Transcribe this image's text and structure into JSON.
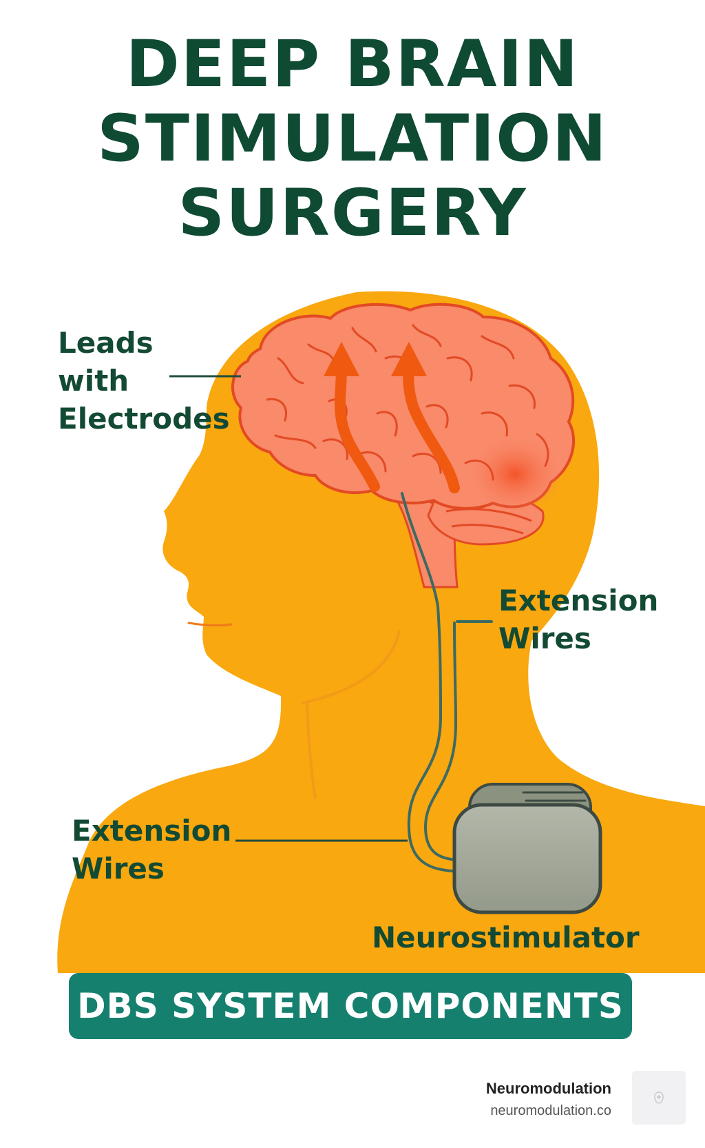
{
  "title": {
    "line1": "DEEP BRAIN",
    "line2": "STIMULATION",
    "line3": "SURGERY"
  },
  "labels": {
    "leads": {
      "line1": "Leads",
      "line2": "with",
      "line3": "Electrodes"
    },
    "extension_right": {
      "line1": "Extension",
      "line2": "Wires"
    },
    "extension_left": {
      "line1": "Extension",
      "line2": "Wires"
    },
    "neurostimulator": "Neurostimulator"
  },
  "banner": {
    "text": "DBS SYSTEM COMPONENTS"
  },
  "brand": {
    "name": "Neuromodulation",
    "url": "neuromodulation.co"
  },
  "colors": {
    "title_text": "#0f4a33",
    "label_text": "#134a34",
    "body_fill": "#f9a80f",
    "brain_fill": "#f98a6a",
    "brain_outline": "#e24a24",
    "arrow": "#f05a10",
    "wire": "#3d6a63",
    "device_fill": "#9ea393",
    "banner_bg": "#16806f",
    "banner_text": "#ffffff"
  },
  "icons": {
    "brand_logo": "neuromodulation-logo-icon"
  }
}
